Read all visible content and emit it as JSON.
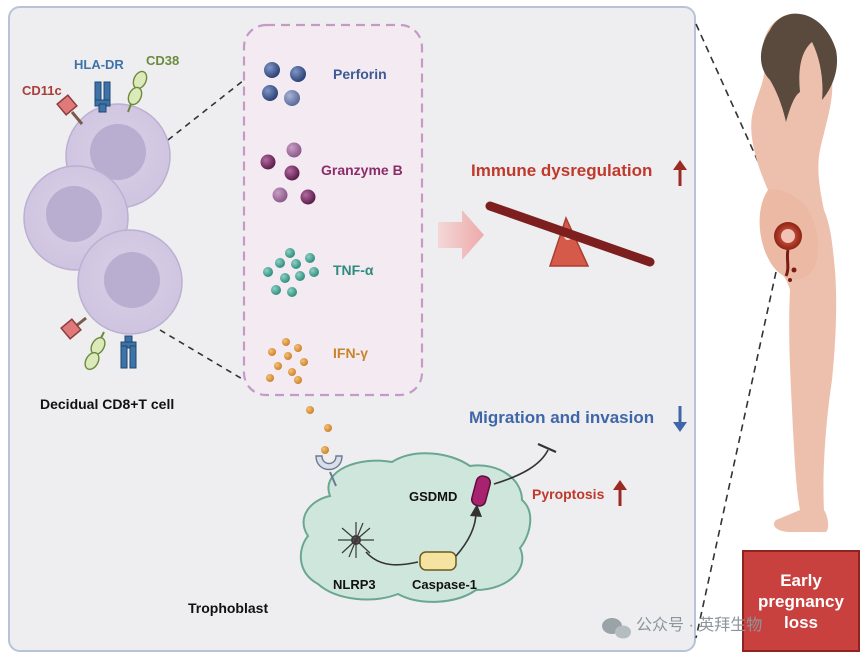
{
  "markers": {
    "cd11c": "CD11c",
    "hla_dr": "HLA-DR",
    "cd38": "CD38"
  },
  "cytokines": {
    "perforin": "Perforin",
    "granzyme_b": "Granzyme B",
    "tnf_alpha": "TNF-α",
    "ifn_gamma": "IFN-γ"
  },
  "cell_label": "Decidual CD8+T cell",
  "effects": {
    "immune": "Immune dysregulation",
    "migration": "Migration and invasion",
    "pyroptosis": "Pyroptosis"
  },
  "trophoblast": {
    "label": "Trophoblast",
    "gsdmd": "GSDMD",
    "nlrp3": "NLRP3",
    "caspase": "Caspase-1"
  },
  "outcome": "Early\npregnancy\nloss",
  "watermark": "公众号 · 英拜生物",
  "colors": {
    "perforin": "#3d5a95",
    "granzyme": "#8a2e6a",
    "tnf": "#2e8c7e",
    "ifn": "#c9852a",
    "red": "#c0392b",
    "blue": "#3f67a8"
  }
}
